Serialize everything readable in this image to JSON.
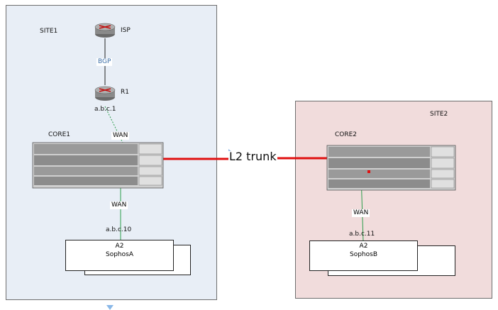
{
  "sites": [
    {
      "label": "SITE1",
      "color": "#e8eef6"
    },
    {
      "label": "SITE2",
      "color": "#f1dcdc"
    }
  ],
  "routers": [
    {
      "label": "ISP"
    },
    {
      "label": "R1",
      "ip": "a.b.c.1"
    }
  ],
  "links": {
    "isp_r1": "BGP",
    "r1_core1": "WAN",
    "core1_sophosa": "WAN",
    "core2_sophosb": "WAN",
    "trunk": "L2 trunk"
  },
  "switches": [
    {
      "label": "CORE1"
    },
    {
      "label": "CORE2"
    }
  ],
  "firewalls": [
    {
      "ip": "a.b.c.10",
      "model": "A2",
      "name": "SophosA"
    },
    {
      "ip": "a.b.c.11",
      "model": "A2",
      "name": "SophosB"
    }
  ],
  "colors": {
    "trunk": "#e01010",
    "wan_link": "#2a9d4a",
    "switch_body": "#c9c9c9",
    "router_body": "#7a7a7a"
  }
}
